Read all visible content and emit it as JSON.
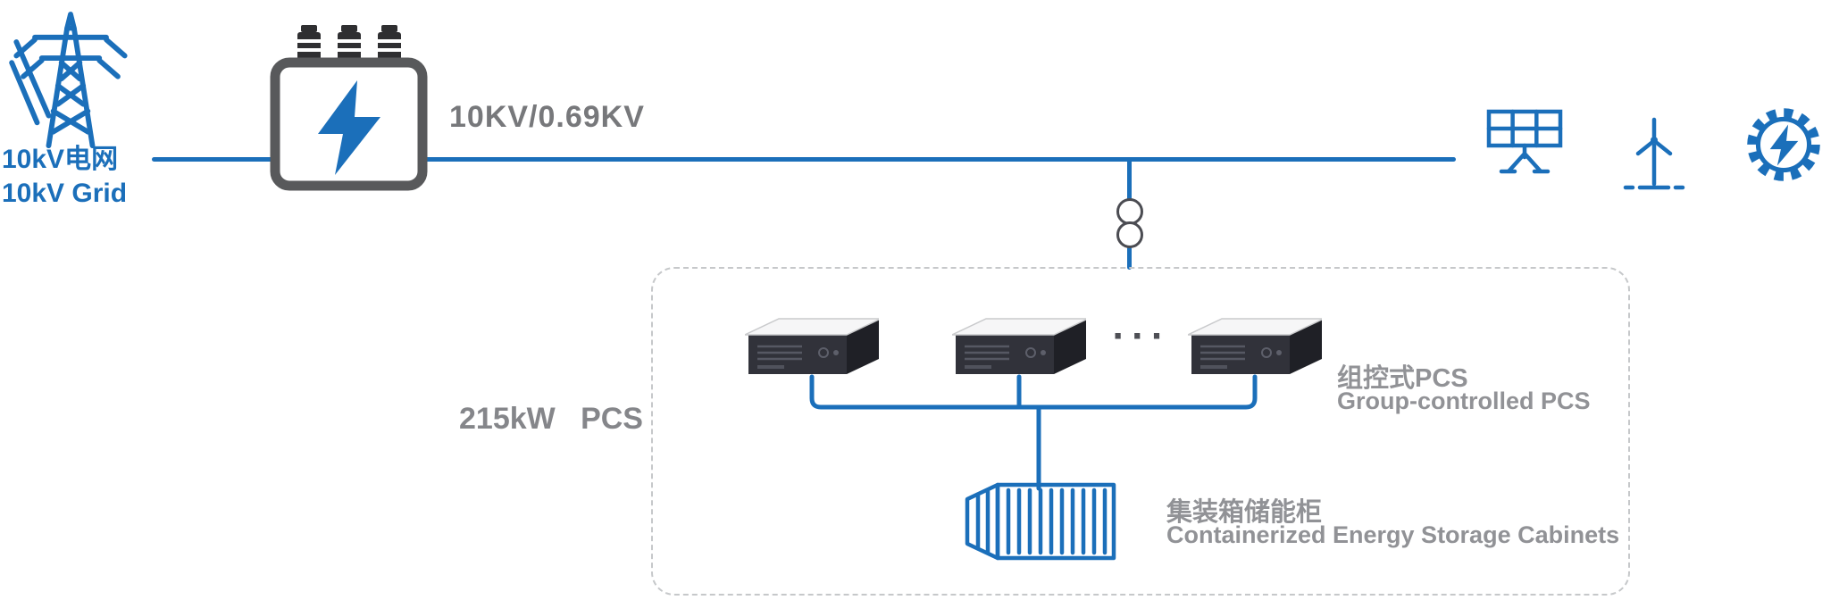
{
  "colors": {
    "accent_blue": "#1b6fba",
    "device_gray": "#58595b",
    "label_gray": "#919296",
    "dark_gray": "#4e4f55"
  },
  "grid_source": {
    "label_cn": "10kV电网",
    "label_en": "10kV Grid"
  },
  "transformer": {
    "voltage_ratio": "10KV/0.69KV"
  },
  "pcs": {
    "capacity_label": "215kW   PCS",
    "ellipsis": "···",
    "group_label_cn": "组控式PCS",
    "group_label_en": "Group-controlled PCS"
  },
  "storage": {
    "label_cn": "集装箱储能柜",
    "label_en": "Containerized Energy Storage Cabinets"
  }
}
